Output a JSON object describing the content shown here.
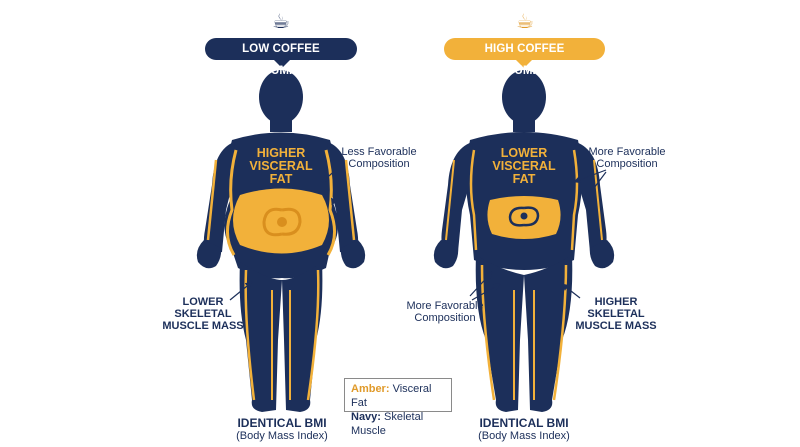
{
  "left": {
    "header": "LOW COFFEE CONSUMPTION",
    "fat_label": [
      "HIGHER",
      "VISCERAL",
      "FAT"
    ],
    "muscle_label": [
      "LOWER",
      "SKELETAL",
      "MUSCLE MASS"
    ],
    "composition_label": [
      "Less Favorable",
      "Composition"
    ],
    "bmi_title": "IDENTICAL BMI",
    "bmi_sub": "(Body Mass Index)"
  },
  "right": {
    "header": "HIGH COFFEE CONSUMPTION",
    "fat_label": [
      "LOWER",
      "VISCERAL",
      "FAT"
    ],
    "muscle_label": [
      "HIGHER",
      "SKELETAL",
      "MUSCLE MASS"
    ],
    "composition_upper_label": [
      "More Favorable",
      "Composition"
    ],
    "composition_lower_label": [
      "More Favorable",
      "Composition"
    ],
    "bmi_title": "IDENTICAL BMI",
    "bmi_sub": "(Body Mass Index)"
  },
  "legend": {
    "amber_key": "Amber:",
    "amber_text": " Visceral Fat",
    "navy_key": "Navy:",
    "navy_text": " Skeletal Muscle"
  },
  "colors": {
    "navy": "#1c2f5a",
    "amber": "#f2b13a"
  },
  "icons": {
    "coffee": "coffee-cup-icon"
  }
}
